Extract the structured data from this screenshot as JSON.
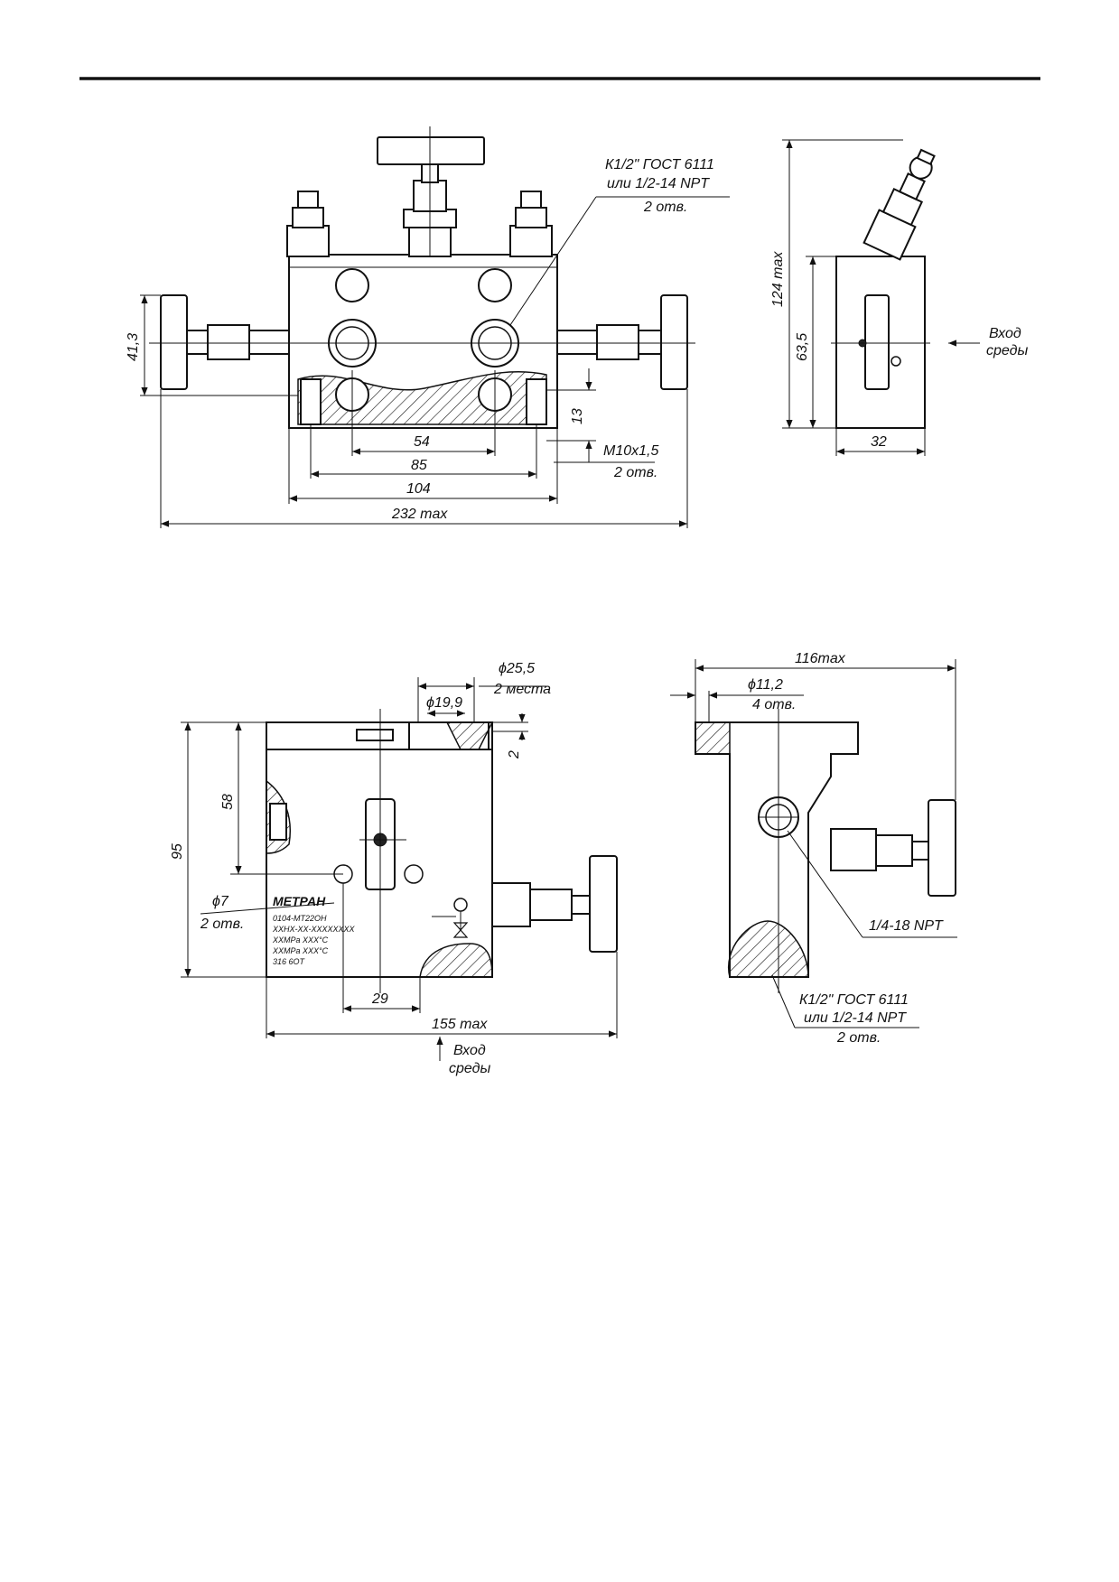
{
  "drawing": {
    "view_front": {
      "dim_41_3": "41,3",
      "dim_13": "13",
      "dim_54": "54",
      "dim_85": "85",
      "dim_104": "104",
      "dim_232": "232 max",
      "callout_thread_line1": "К1/2\" ГОСТ 6111",
      "callout_thread_line2": "или 1/2-14 NPT",
      "callout_thread_line3": "2 отв.",
      "callout_m10_line1": "М10х1,5",
      "callout_m10_line2": "2 отв."
    },
    "view_side": {
      "dim_124": "124 max",
      "dim_63_5": "63,5",
      "dim_32": "32",
      "inlet_line1": "Вход",
      "inlet_line2": "среды"
    },
    "view_bottom": {
      "dim_phi25_5": "ϕ25,5",
      "dim_phi25_5_note": "2 места",
      "dim_phi19_9": "ϕ19,9",
      "dim_2": "2",
      "dim_58": "58",
      "dim_95": "95",
      "dim_phi7": "ϕ7",
      "dim_phi7_note": "2 отв.",
      "dim_29": "29",
      "dim_155": "155 max",
      "inlet_line1": "Вход",
      "inlet_line2": "среды",
      "plate_brand": "МЕТРАН",
      "plate_line1": "0104-МТ22ОН",
      "plate_line2": "ХХНХ-ХХ-ХХХХХХХХ",
      "plate_line3": "ХХМРа  ХХХ°С",
      "plate_line4": "ХХМРа  ХХХ°С",
      "plate_line5": "316  6ОТ"
    },
    "view_end": {
      "dim_116": "116max",
      "dim_phi11_2": "ϕ11,2",
      "dim_phi11_2_note": "4 отв.",
      "callout_npt": "1/4-18 NPT",
      "callout_thread_line1": "К1/2\" ГОСТ 6111",
      "callout_thread_line2": "или 1/2-14 NPT",
      "callout_thread_line3": "2 отв."
    }
  }
}
